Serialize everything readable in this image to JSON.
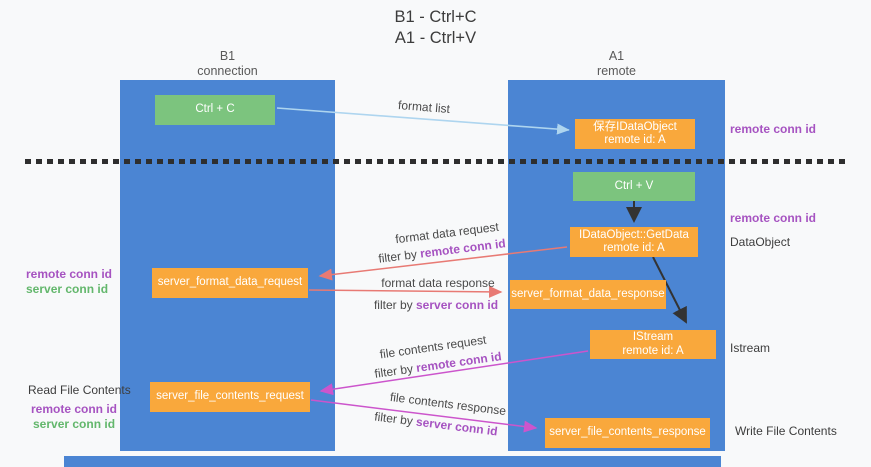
{
  "title": {
    "line1": "B1 - Ctrl+C",
    "line2": "A1 - Ctrl+V"
  },
  "lanes": {
    "left": {
      "name": "B1",
      "subtitle": "connection"
    },
    "right": {
      "name": "A1",
      "subtitle": "remote"
    }
  },
  "nodes": {
    "ctrl_c": {
      "label": "Ctrl + C"
    },
    "save_idataobject": {
      "line1": "保存IDataObject",
      "line2": "remote id: A"
    },
    "ctrl_v": {
      "label": "Ctrl + V"
    },
    "getdata": {
      "line1": "IDataObject::GetData",
      "line2": "remote id: A"
    },
    "istream": {
      "line1": "IStream",
      "line2": "remote id: A"
    },
    "format_request": {
      "label": "server_format_data_request"
    },
    "format_response": {
      "label": "server_format_data_response"
    },
    "file_request": {
      "label": "server_file_contents_request"
    },
    "file_response": {
      "label": "server_file_contents_response"
    }
  },
  "edge_labels": {
    "format_list": "format list",
    "format_data_request": "format data request",
    "format_data_response": "format data response",
    "file_contents_request": "file contents request",
    "file_contents_response": "file contents response",
    "filter_by": "filter by",
    "remote_conn_id": "remote conn id",
    "server_conn_id": "server conn id"
  },
  "side_labels": {
    "right_remote_conn_id_top": "remote conn id",
    "right_remote_conn_id_mid": "remote conn id",
    "dataobject": "DataObject",
    "istream": "Istream",
    "write_file_contents": "Write File Contents",
    "read_file_contents": "Read File Contents",
    "left_remote_conn_id_format": "remote conn id",
    "left_server_conn_id_format": "server conn id",
    "left_remote_conn_id_file": "remote conn id",
    "left_server_conn_id_file": "server conn id"
  },
  "colors": {
    "lane_blue": "#4b85d3",
    "node_orange": "#f9a83c",
    "node_green": "#7cc47e",
    "arrow_lightblue": "#aed5ef",
    "arrow_salmon": "#e87a74",
    "arrow_magenta": "#cc55cc",
    "arrow_black": "#333333",
    "text_purple": "#a653c1",
    "text_green": "#63b76c"
  }
}
